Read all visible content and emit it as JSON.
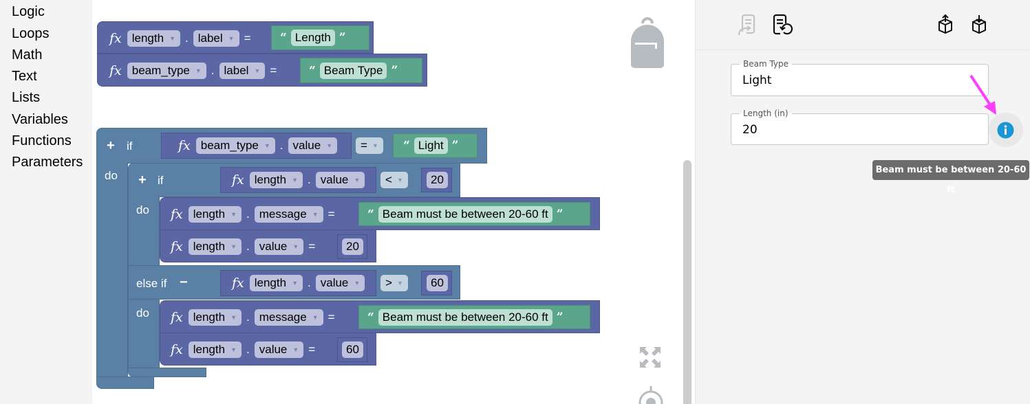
{
  "toolbox": {
    "categories": [
      "Logic",
      "Loops",
      "Math",
      "Text",
      "Lists",
      "Variables",
      "Functions",
      "Parameters"
    ]
  },
  "workspace": {
    "fx_symbol": "fx",
    "dot": ".",
    "equals": "=",
    "open_quote": "“",
    "close_quote": "”",
    "arrow": "▼",
    "setters_top": [
      {
        "param": "length",
        "prop": "label",
        "value": "Length"
      },
      {
        "param": "beam_type",
        "prop": "label",
        "value": "Beam Type"
      }
    ],
    "outer_if": {
      "plus": "+",
      "if_label": "if",
      "do_label": "do",
      "condition": {
        "param": "beam_type",
        "prop": "value",
        "op": "=",
        "value": "Light"
      },
      "inner_if": {
        "plus": "+",
        "if_label": "if",
        "do_label": "do",
        "condition": {
          "param": "length",
          "prop": "value",
          "op": "<",
          "value": "20"
        },
        "then": [
          {
            "param": "length",
            "prop": "message",
            "value": "Beam must be between 20-60 ft"
          },
          {
            "param": "length",
            "prop": "value",
            "value": "20"
          }
        ],
        "elseif_label": "else if",
        "minus": "−",
        "elseif_condition": {
          "param": "length",
          "prop": "value",
          "op": ">",
          "value": "60"
        },
        "elseif_do_label": "do",
        "elseif_then": [
          {
            "param": "length",
            "prop": "message",
            "value": "Beam must be between 20-60 ft"
          },
          {
            "param": "length",
            "prop": "value",
            "value": "60"
          }
        ]
      }
    }
  },
  "right_panel": {
    "toolbar": {
      "icons": [
        "export-document-icon",
        "revert-document-icon",
        "upload-package-icon",
        "download-package-icon"
      ]
    },
    "fields": [
      {
        "label": "Beam Type",
        "value": "Light"
      },
      {
        "label": "Length (in)",
        "value": "20"
      }
    ],
    "tooltip": "Beam must be between 20-60 ft",
    "colors": {
      "info": "#1a96d8",
      "annotation_arrow": "#ff3dff"
    }
  }
}
